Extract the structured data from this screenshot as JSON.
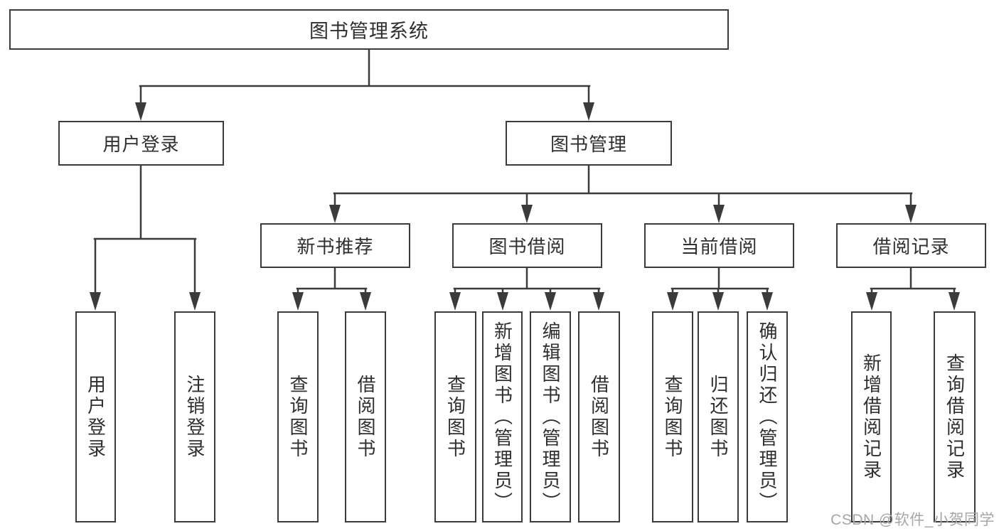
{
  "diagram_title": "图书管理系统",
  "tree": {
    "label": "图书管理系统",
    "children": [
      {
        "label": "用户登录",
        "children": [
          {
            "label": "用户登录"
          },
          {
            "label": "注销登录"
          }
        ]
      },
      {
        "label": "图书管理",
        "children": [
          {
            "label": "新书推荐",
            "children": [
              {
                "label": "查询图书"
              },
              {
                "label": "借阅图书"
              }
            ]
          },
          {
            "label": "图书借阅",
            "children": [
              {
                "label": "查询图书"
              },
              {
                "label": "新增图书（管理员）"
              },
              {
                "label": "编辑图书（管理员）"
              },
              {
                "label": "借阅图书"
              }
            ]
          },
          {
            "label": "当前借阅",
            "children": [
              {
                "label": "查询图书"
              },
              {
                "label": "归还图书"
              },
              {
                "label": "确认归还（管理员）"
              }
            ]
          },
          {
            "label": "借阅记录",
            "children": [
              {
                "label": "新增借阅记录"
              },
              {
                "label": "查询借阅记录"
              }
            ]
          }
        ]
      }
    ]
  },
  "watermark": {
    "text": "CSDN @软件_小贺同学"
  },
  "colors": {
    "line": "#3b3b3b",
    "box_border": "#3b3b3b",
    "box_fill": "#ffffff",
    "text": "#2f2f2f",
    "background": "#ffffff",
    "watermark": "#a6a6a6"
  }
}
